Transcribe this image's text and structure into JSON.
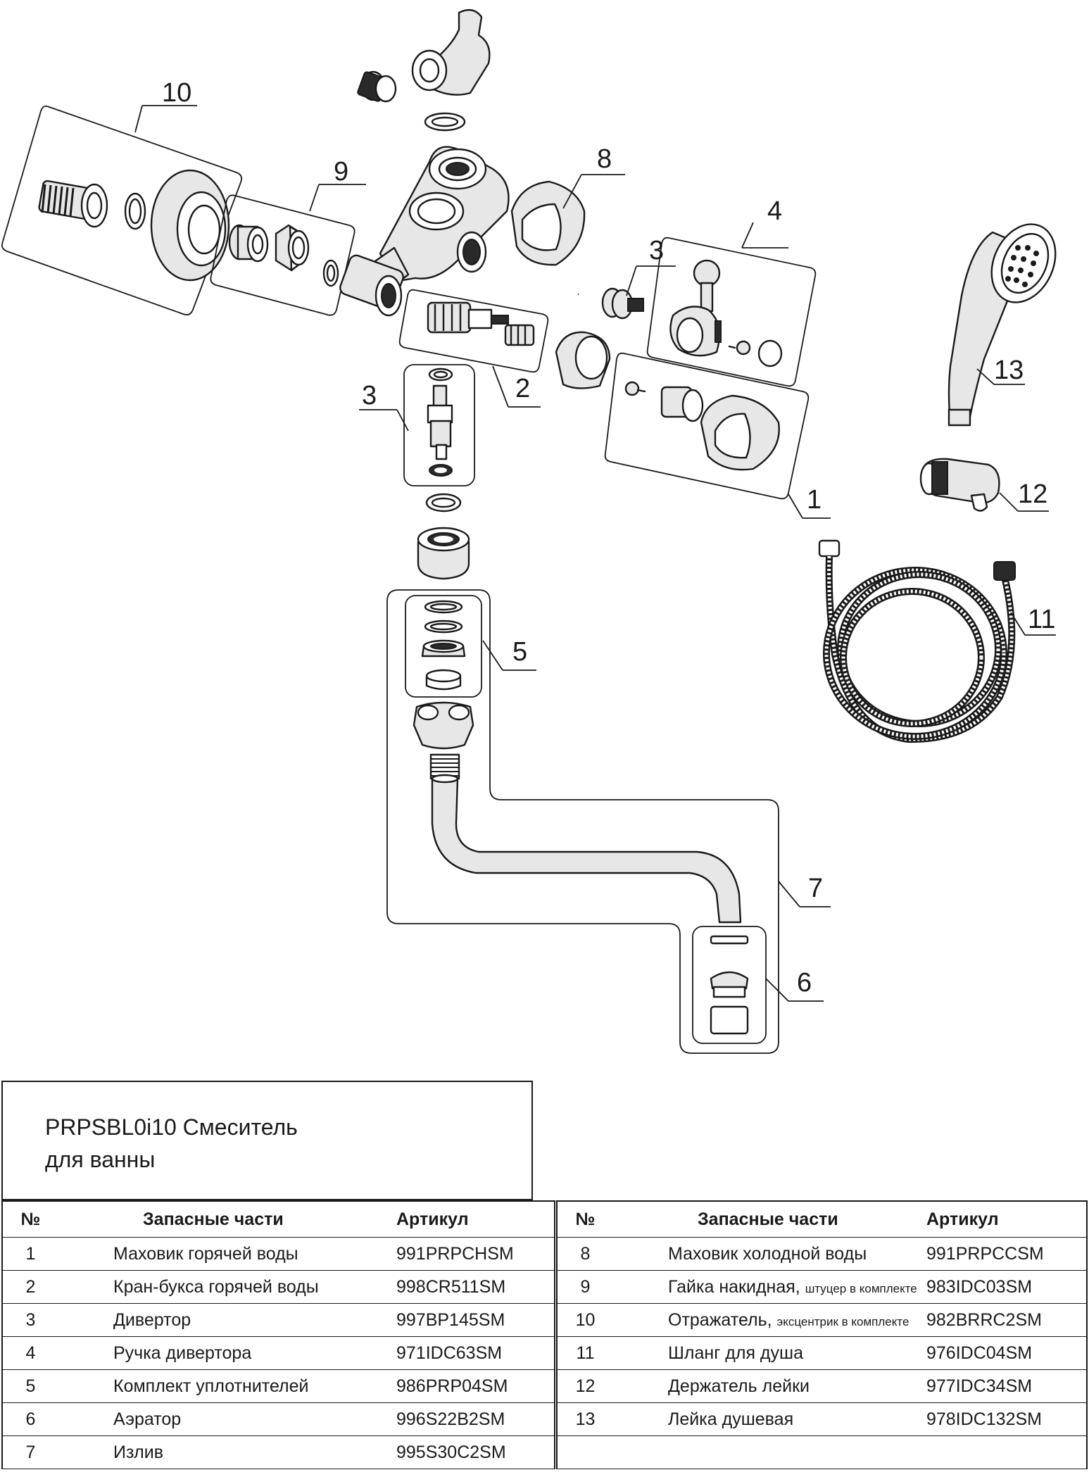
{
  "title": {
    "line1": "PRPSBL0i10 Смеситель",
    "line2": "для ванны"
  },
  "table_headers": {
    "num": "№",
    "parts": "Запасные части",
    "article": "Артикул"
  },
  "parts_left": [
    {
      "num": "1",
      "name": "Маховик горячей воды",
      "note": "",
      "article": "991PRPCHSM"
    },
    {
      "num": "2",
      "name": "Кран-букса горячей воды",
      "note": "",
      "article": "998CR511SM"
    },
    {
      "num": "3",
      "name": "Дивертор",
      "note": "",
      "article": "997BP145SM"
    },
    {
      "num": "4",
      "name": "Ручка дивертора",
      "note": "",
      "article": "971IDC63SM"
    },
    {
      "num": "5",
      "name": "Комплект уплотнителей",
      "note": "",
      "article": "986PRP04SM"
    },
    {
      "num": "6",
      "name": "Аэратор",
      "note": "",
      "article": "996S22B2SM"
    },
    {
      "num": "7",
      "name": "Излив",
      "note": "",
      "article": "995S30C2SM"
    }
  ],
  "parts_right": [
    {
      "num": "8",
      "name": "Маховик холодной воды",
      "note": "",
      "article": "991PRPCCSM"
    },
    {
      "num": "9",
      "name": "Гайка накидная,",
      "note": "штуцер в комплекте",
      "article": "983IDC03SM"
    },
    {
      "num": "10",
      "name": "Отражатель,",
      "note": "эксцентрик в комплекте",
      "article": "982BRRC2SM"
    },
    {
      "num": "11",
      "name": "Шланг для душа",
      "note": "",
      "article": "976IDC04SM"
    },
    {
      "num": "12",
      "name": "Держатель лейки",
      "note": "",
      "article": "977IDC34SM"
    },
    {
      "num": "13",
      "name": "Лейка душевая",
      "note": "",
      "article": "978IDC132SM"
    },
    {
      "num": "",
      "name": "",
      "note": "",
      "article": ""
    }
  ],
  "callouts": {
    "c1": "1",
    "c2": "2",
    "c3a": "3",
    "c3b": "3",
    "c4": "4",
    "c5": "5",
    "c6": "6",
    "c7": "7",
    "c8": "8",
    "c9": "9",
    "c10": "10",
    "c11": "11",
    "c12": "12",
    "c13": "13"
  }
}
